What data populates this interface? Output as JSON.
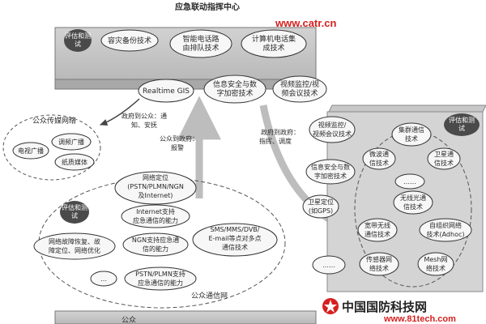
{
  "title": "应急联动指挥中心",
  "watermark_top": "www.catr.cn",
  "top_panel": {
    "eval_badge": [
      "评估和测",
      "试"
    ],
    "nodes": [
      [
        "容灾备份技术"
      ],
      [
        "智能电话路",
        "由排队技术"
      ],
      [
        "计算机电话集",
        "成技术"
      ]
    ],
    "sub_nodes": [
      [
        "Realtime GIS"
      ],
      [
        "信息安全与数",
        "字加密技术"
      ],
      [
        "视频监控/视",
        "频会议技术"
      ]
    ]
  },
  "arrow_labels": {
    "gov_to_public": [
      "政府到公众：通",
      "知、安抚"
    ],
    "public_to_gov": [
      "公众到政府：",
      "报警"
    ],
    "gov_to_gov": [
      "政府到政府：",
      "指挥、调度"
    ]
  },
  "public_media": {
    "label": "公众传媒网络",
    "items": [
      "电视广播",
      "调频广播",
      "纸质媒体"
    ]
  },
  "comm_net": {
    "label": "公众通信网",
    "eval_badge": [
      "评估和测",
      "试"
    ],
    "items": [
      [
        "网络定位",
        "(PSTN/PLMN/NGN",
        "及Internet)"
      ],
      [
        "Internet支持",
        "应急通信的能力"
      ],
      [
        "网络故障恢复、故",
        "障定位、网络优化"
      ],
      [
        "NGN支持应急通",
        "信的能力"
      ],
      [
        "SMS/MMS/DVB/",
        "E-mail等点对多点",
        "通信技术"
      ],
      [
        "…"
      ],
      [
        "PSTN/PLMN支持",
        "应急通信的能力"
      ]
    ]
  },
  "right_panel": {
    "eval_badge": [
      "评估和测",
      "试"
    ],
    "left_items": [
      [
        "视频监控/",
        "视频会议技术"
      ],
      [
        "信息安全与数",
        "字加密技术"
      ],
      [
        "卫星定位",
        "(如GPS)"
      ],
      [
        "……"
      ]
    ],
    "cluster_items": [
      [
        "集群通信",
        "技术"
      ],
      [
        "微波通",
        "信技术"
      ],
      [
        "卫星通",
        "信技术"
      ],
      [
        "……"
      ],
      [
        "无线光通",
        "信技术"
      ],
      [
        "宽带无线",
        "通信技术"
      ],
      [
        "自组织网络",
        "技术(Adhoc)"
      ],
      [
        "传感器网",
        "络技术"
      ],
      [
        "Mesh网",
        "络技术"
      ]
    ]
  },
  "bottom": {
    "label": "公众"
  },
  "watermark_bottom": {
    "name": "中国国防科技网",
    "url": "www.81tech.com"
  }
}
